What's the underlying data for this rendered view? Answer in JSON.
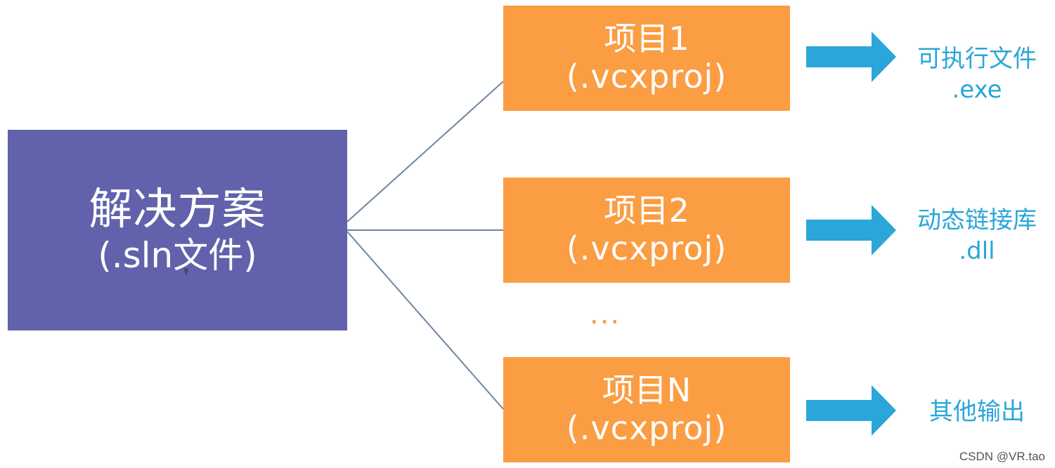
{
  "solution": {
    "title": "解决方案",
    "subtitle": "(.sln文件)"
  },
  "projects": [
    {
      "title": "项目1",
      "ext": "(.vcxproj)"
    },
    {
      "title": "项目2",
      "ext": "(.vcxproj)"
    },
    {
      "title": "项目N",
      "ext": "(.vcxproj)"
    }
  ],
  "ellipsis": "...",
  "outputs": [
    {
      "line1": "可执行文件",
      "line2": ".exe"
    },
    {
      "line1": "动态链接库",
      "line2": ".dll"
    },
    {
      "line1": "其他输出"
    }
  ],
  "watermark": "CSDN @VR.tao",
  "colors": {
    "solution_fill": "#6162ab",
    "project_fill": "#fb9d43",
    "arrow_fill": "#2aa6d8",
    "output_text": "#2aa6d8",
    "connector_line": "#6b86a5"
  }
}
